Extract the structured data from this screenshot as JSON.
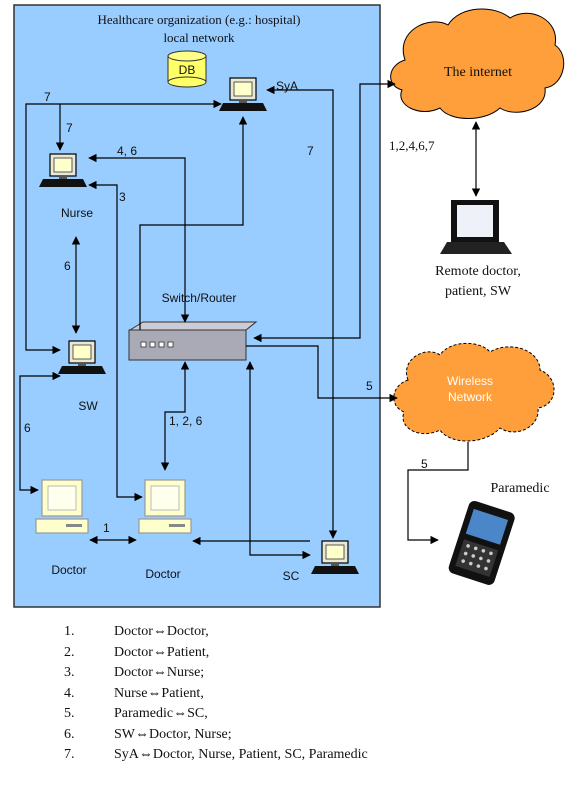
{
  "network": {
    "title_line1": "Healthcare organization (e.g.: hospital)",
    "title_line2": "local network"
  },
  "nodes": {
    "db": "DB",
    "sya": "SyA",
    "nurse": "Nurse",
    "sw": "SW",
    "switch": "Switch/Router",
    "doctor_left": "Doctor",
    "doctor_center": "Doctor",
    "sc": "SC",
    "internet": "The internet",
    "remote_line1": "Remote doctor,",
    "remote_line2": "patient, SW",
    "wireless_line1": "Wireless",
    "wireless_line2": "Network",
    "paramedic": "Paramedic"
  },
  "edge_labels": {
    "top_7": "7",
    "nurse_7": "7",
    "nurse_46": "4, 6",
    "nurse_3": "3",
    "right_7": "7",
    "nurse_sw_6": "6",
    "sw_doctor_6": "6",
    "switch_doctor": "1, 2, 6",
    "doctor_doctor_1": "1",
    "internet_remote": "1,2,4,6,7",
    "switch_wireless_5": "5",
    "wireless_paramedic_5": "5"
  },
  "legend": [
    {
      "num": "1.",
      "text": "Doctor⇔Doctor,"
    },
    {
      "num": "2.",
      "text": "Doctor⇔Patient,"
    },
    {
      "num": "3.",
      "text": "Doctor⇔Nurse;"
    },
    {
      "num": "4.",
      "text": "Nurse⇔Patient,"
    },
    {
      "num": "5.",
      "text": "Paramedic⇔SC,"
    },
    {
      "num": "6.",
      "text": "SW⇔Doctor, Nurse;"
    },
    {
      "num": "7.",
      "text": "SyA⇔Doctor, Nurse, Patient, SC, Paramedic"
    }
  ],
  "colors": {
    "network_fill": "#99ccff",
    "cloud_fill": "#ff9f3c",
    "db_fill": "#ffff66",
    "screen_fill": "#ffffcc",
    "device_fill": "#a9aab5"
  }
}
